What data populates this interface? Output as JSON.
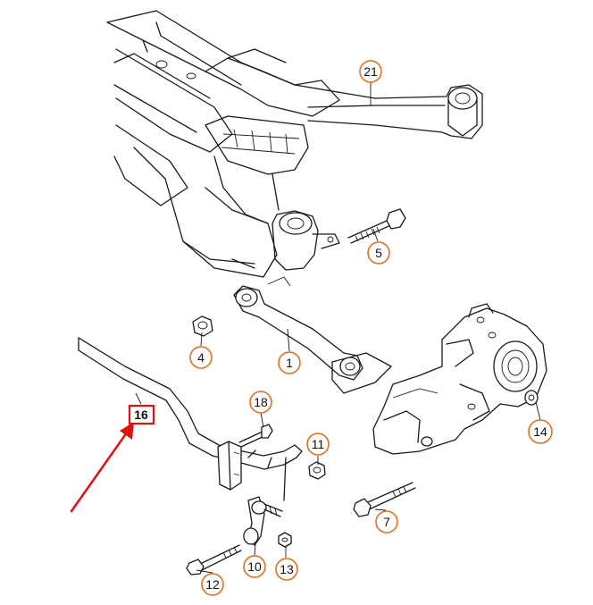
{
  "diagram": {
    "callouts": [
      {
        "id": "c21",
        "label": "21"
      },
      {
        "id": "c5",
        "label": "5"
      },
      {
        "id": "c4",
        "label": "4"
      },
      {
        "id": "c1",
        "label": "1"
      },
      {
        "id": "c14",
        "label": "14"
      },
      {
        "id": "c18",
        "label": "18"
      },
      {
        "id": "c11",
        "label": "11"
      },
      {
        "id": "c7",
        "label": "7"
      },
      {
        "id": "c10",
        "label": "10"
      },
      {
        "id": "c13",
        "label": "13"
      },
      {
        "id": "c12",
        "label": "12"
      }
    ],
    "highlight": {
      "label": "16",
      "color": "#e01010"
    },
    "callout_color": "#e0701e",
    "arrow_color": "#e01010"
  }
}
